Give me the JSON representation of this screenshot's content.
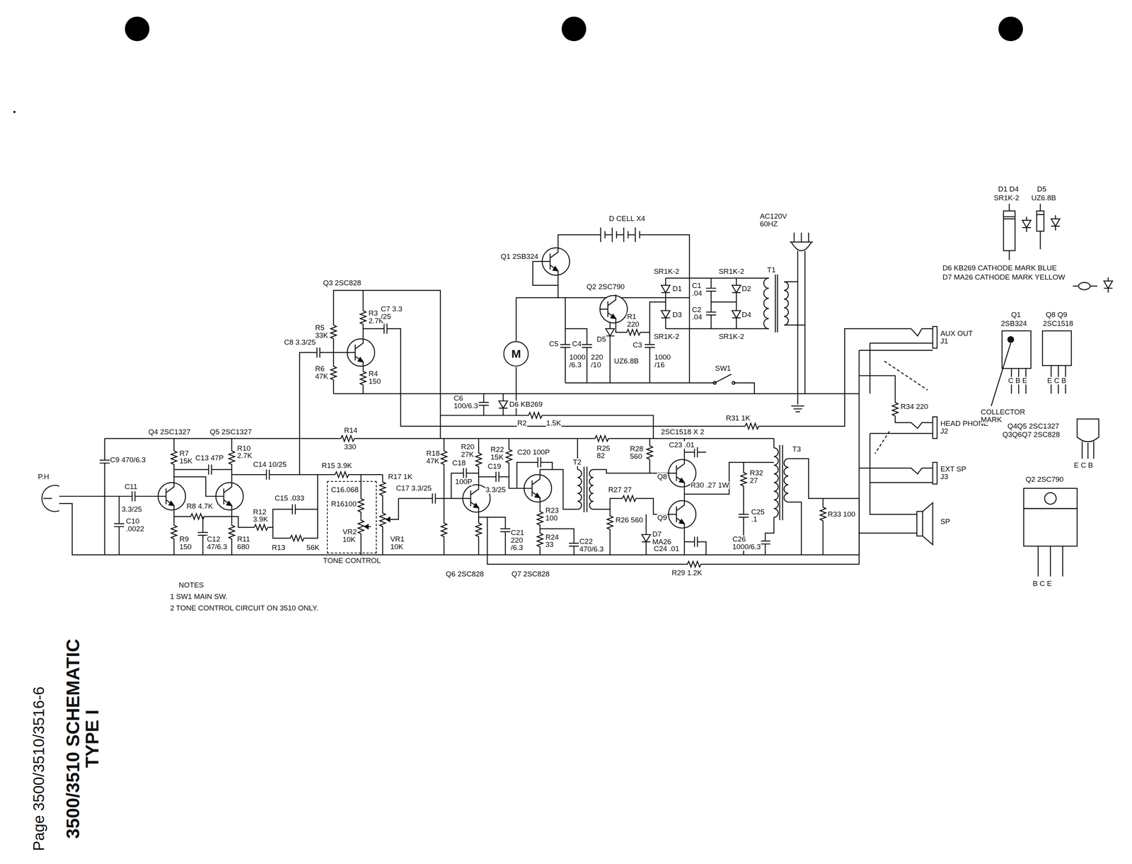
{
  "diagram": {
    "title": "3500/3510 SCHEMATIC TYPE I",
    "caption": "Page 3500/3510/3516-6",
    "nodes": [
      {
        "text": [
          "M"
        ]
      },
      {
        "text": [
          "TONE CONTROL"
        ]
      }
    ],
    "labels": [
      "D CELL X4",
      "Q1 2SB324",
      "Q2 2SC790",
      "SR1K-2",
      "D1",
      "D3",
      "SR1K-2",
      "SR1K-2",
      "D2",
      "D4",
      "SR1K-2",
      "C1 .04",
      "C2 .04",
      "T1",
      "AC120V 60HZ",
      "R1 220",
      "C5",
      "1000 /6.3",
      "C4",
      "220 /10",
      "D5",
      "UZ6.8B",
      "C3",
      "1000 /16",
      "SW1",
      "Q3 2SC828",
      "R5 33K",
      "R3 2.7K",
      "C8 3.3/25",
      "C7 3.3 /25",
      "R6 47K",
      "R4 150",
      "C6 100/6.3",
      "D6 KB269",
      "R2",
      "1.5K",
      "R31 1K",
      "Q4 2SC1327",
      "Q5 2SC1327",
      "C9 470/6.3",
      "P.H",
      "C11",
      "3.3/25",
      "C10 .0022",
      "R7 15K",
      "R10 2.7K",
      "C13 47P",
      "C14 10/25",
      "R8 4.7K",
      "R9 150",
      "C12 47/6.3",
      "R11 680",
      "R12 3.9K",
      "C15 .033",
      "R13",
      "56K",
      "R14",
      "330",
      "R15 3.9K",
      "C16.068",
      "R16100",
      "VR2 10K",
      "R17 1K",
      "VR1 10K",
      "C17 3.3/25",
      "R18 47K",
      "R20 27K",
      "R22 15K",
      "C20 100P",
      "C18",
      "100P",
      "C19",
      "3.3/25",
      "C21 220 /6.3",
      "Q6 2SC828",
      "Q7 2SC828",
      "R23 100",
      "R24 33",
      "C22 470/6.3",
      "T2",
      "R25 82",
      "R28 560",
      "2SC1518 X 2",
      "R27 27",
      "R26 560",
      "D7 MA26",
      "C23 .01",
      "Q8",
      "Q9",
      "R30 .27 1W",
      "R32 27",
      "C25 .1",
      "C24 .01",
      "T3",
      "C26 1000/6.3",
      "R33 100",
      "R29 1.2K",
      "AUX OUT J1",
      "R34 220",
      "HEAD PHONE J2",
      "EXT SP J3",
      "SP",
      "D1 D4",
      "SR1K-2",
      "D5",
      "UZ6.8B",
      "D6 KB269 CATHODE MARK BLUE",
      "D7 MA26 CATHODE MARK YELLOW",
      "Q1",
      "2SB324",
      "Q8 Q9",
      "2SC1518",
      "C B E",
      "E C B",
      "COLLECTOR MARK",
      "Q4Q5 2SC1327",
      "Q3Q6Q7 2SC828",
      "E C B",
      "Q2 2SC790",
      "B C E",
      "NOTES",
      "1 SW1 MAIN SW.",
      "2 TONE CONTROL CIRCUIT ON 3510 ONLY."
    ]
  }
}
